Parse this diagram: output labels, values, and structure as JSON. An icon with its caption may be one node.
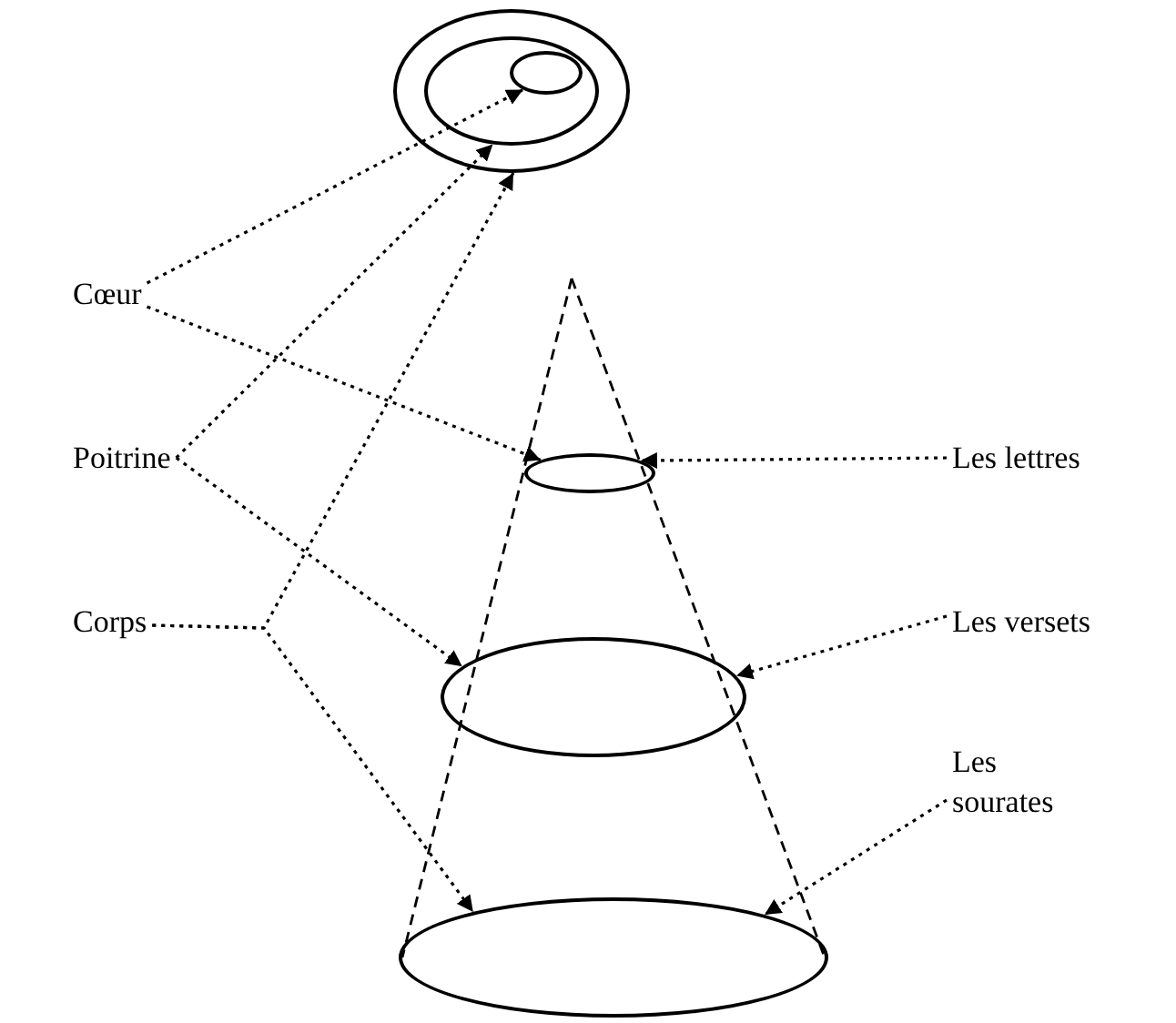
{
  "diagram": {
    "nodes": [
      {
        "text": [],
        "shape": "ellipse"
      },
      {
        "text": [],
        "shape": "ellipse",
        "in": 0
      },
      {
        "text": [],
        "shape": "ellipse",
        "in": 1
      },
      {
        "text": [],
        "shape": "ellipse"
      },
      {
        "text": [],
        "shape": "ellipse"
      },
      {
        "text": [],
        "shape": "ellipse"
      },
      {
        "text": [
          "Cœur"
        ]
      },
      {
        "text": [
          "Poitrine"
        ]
      },
      {
        "text": [
          "Corps"
        ]
      },
      {
        "text": [
          "Les lettres"
        ]
      },
      {
        "text": [
          "Les versets"
        ]
      },
      {
        "text": [
          "Les sourates"
        ]
      }
    ],
    "edges": [
      {
        "from": 6,
        "to": 2,
        "arrow": "to"
      },
      {
        "from": 6,
        "to": 3,
        "arrow": "to"
      },
      {
        "from": 7,
        "to": 1,
        "arrow": "to"
      },
      {
        "from": 7,
        "to": 4,
        "arrow": "to"
      },
      {
        "from": 8,
        "to": 0,
        "arrow": "to"
      },
      {
        "from": 8,
        "to": 5,
        "arrow": "to"
      },
      {
        "from": 9,
        "to": 3,
        "arrow": "to"
      },
      {
        "from": 10,
        "to": 4,
        "arrow": "to"
      },
      {
        "from": 11,
        "to": 5,
        "arrow": "to"
      }
    ]
  }
}
